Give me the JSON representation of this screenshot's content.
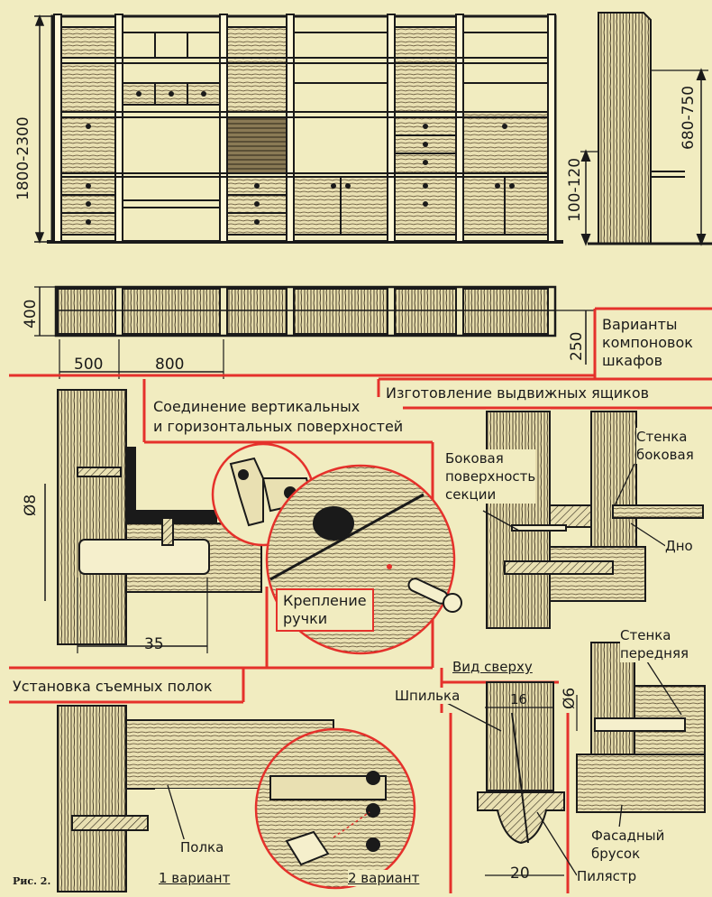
{
  "title": "Варианты компоновок шкафов",
  "dimensions": {
    "height_total": "1800-2300",
    "height_side": "680-750",
    "plinth": "100-120",
    "depth": "400",
    "depth_low": "250",
    "width_small": "500",
    "width_large": "800",
    "diameter_8": "Ø8",
    "length_35": "35",
    "diameter_6": "Ø6",
    "width_16": "16",
    "width_20": "20"
  },
  "sections": {
    "joint": "Соединение вертикальных и горизонтальных поверхностей",
    "joint_line1": "Соединение вертикальных",
    "joint_line2": "и горизонтальных поверхностей",
    "drawers": "Изготовление выдвижных ящиков",
    "shelves": "Установка съемных полок"
  },
  "labels": {
    "handle_line1": "Крепление",
    "handle_line2": "ручки",
    "side_surface_line1": "Боковая",
    "side_surface_line2": "поверхность",
    "side_surface_line3": "секции",
    "wall_side_line1": "Стенка",
    "wall_side_line2": "боковая",
    "bottom": "Дно",
    "top_view": "Вид сверху",
    "wall_front_line1": "Стенка",
    "wall_front_line2": "передняя",
    "pin": "Шпилька",
    "facade_line1": "Фасадный",
    "facade_line2": "брусок",
    "pilaster": "Пилястр",
    "shelf": "Полка",
    "variant1": "1 вариант",
    "variant2": "2 вариант",
    "variants_line1": "Варианты",
    "variants_line2": "компоновок",
    "variants_line3": "шкафов",
    "figure": "Рис. 2."
  }
}
